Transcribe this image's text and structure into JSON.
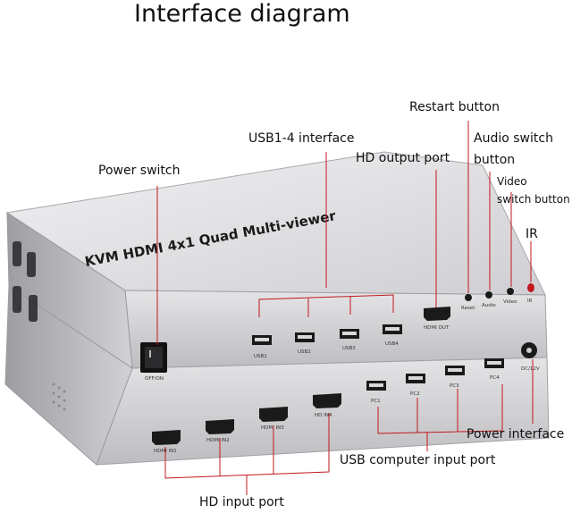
{
  "title": "Interface diagram",
  "callouts": {
    "power_switch": "Power switch",
    "usb1_4": "USB1-4 interface",
    "hd_output": "HD output port",
    "restart": "Restart button",
    "audio_switch_1": "Audio switch",
    "audio_switch_2": "button",
    "video_switch_1": "Video",
    "video_switch_2": "switch button",
    "ir": "IR",
    "power_interface": "Power interface",
    "usb_computer": "USB computer input port",
    "hd_input": "HD input port"
  },
  "device": {
    "brand": "KVM  HDMI 4x1 Quad Multi-viewer",
    "switch_label": "OFF/ON",
    "upper_ports": [
      "USB1",
      "USB2",
      "USB3",
      "USB4",
      "HDMI OUT",
      "Reset",
      "Audio",
      "Video",
      "IR"
    ],
    "lower_ports": [
      "HDMI IN1",
      "HDMI IN2",
      "HDMI IN3",
      "HD   IN4",
      "PC1",
      "PC2",
      "PC3",
      "PC4",
      "DC/12V"
    ]
  },
  "colors": {
    "leader_line": "#c0181c",
    "chassis_light": "#e6e6e8",
    "chassis_dark": "#b9b9bd",
    "port_black": "#1a1a1a"
  }
}
